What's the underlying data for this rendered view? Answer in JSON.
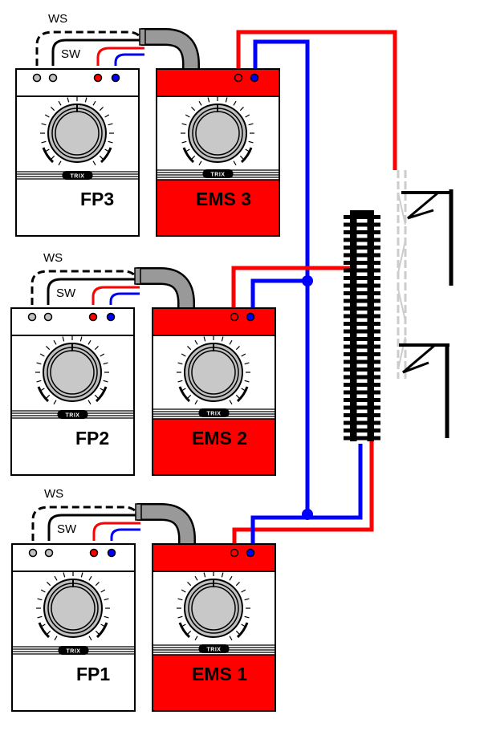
{
  "colors": {
    "red": "#ff0000",
    "blue": "#0000ff",
    "grey_cable": "#999999",
    "black": "#000000",
    "white": "#ffffff",
    "knob_grey": "#c0c0c0",
    "catenary_grey": "#cccccc"
  },
  "icons": [
    "knob-icon",
    "trix-logo-icon",
    "terminal-icon",
    "track-icon",
    "catenary-mast-icon"
  ],
  "wire_labels": {
    "ws": "WS",
    "sw": "SW"
  },
  "logo_text": "TRIX",
  "units": [
    {
      "fp_label": "FP3",
      "ems_label": "EMS 3"
    },
    {
      "fp_label": "FP2",
      "ems_label": "EMS 2"
    },
    {
      "fp_label": "FP1",
      "ems_label": "EMS 1"
    }
  ]
}
